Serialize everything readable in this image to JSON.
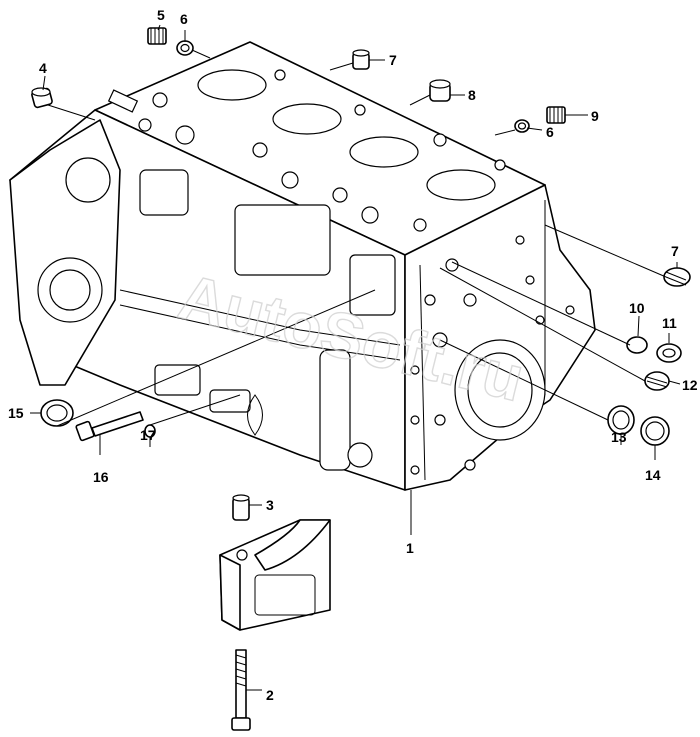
{
  "watermark": "AutoSoft.ru",
  "callouts": {
    "c1": "1",
    "c2": "2",
    "c3": "3",
    "c4": "4",
    "c5": "5",
    "c6a": "6",
    "c6b": "6",
    "c7a": "7",
    "c7b": "7",
    "c8": "8",
    "c9": "9",
    "c10": "10",
    "c11": "11",
    "c12": "12",
    "c13": "13",
    "c14": "14",
    "c15": "15",
    "c16": "16",
    "c17": "17"
  }
}
